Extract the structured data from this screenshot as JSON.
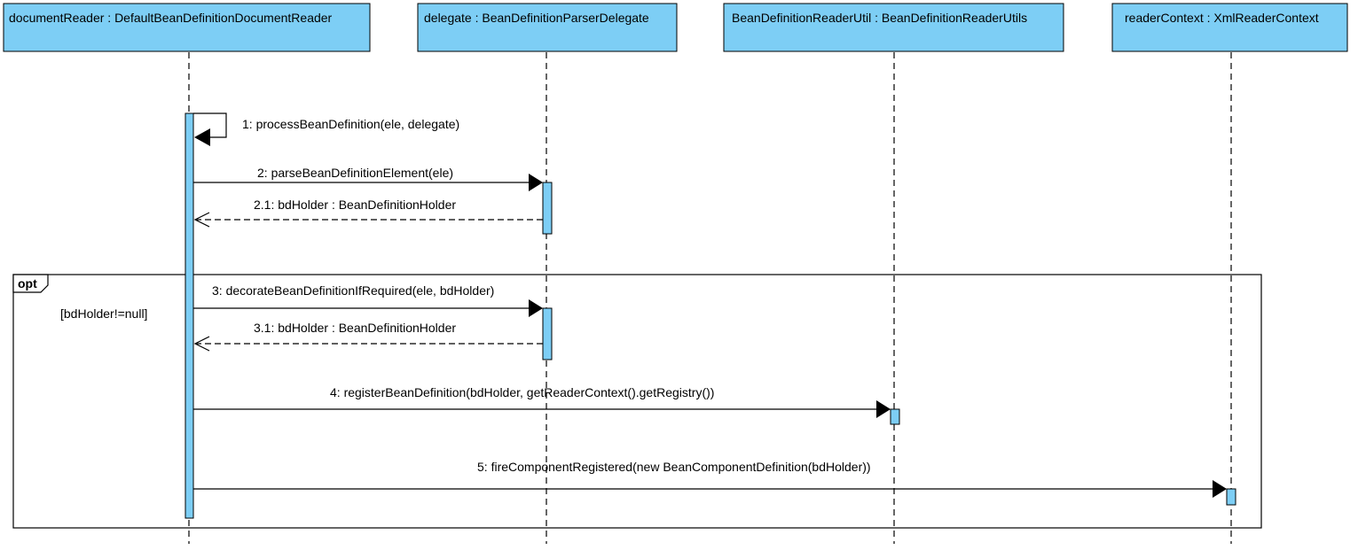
{
  "colors": {
    "participant_fill": "#7DCEF5",
    "activation_fill": "#7DCEF5",
    "line": "#000000",
    "background": "#FFFFFF"
  },
  "participants": [
    {
      "name": "documentReader : DefaultBeanDefinitionDocumentReader"
    },
    {
      "name": "delegate : BeanDefinitionParserDelegate"
    },
    {
      "name": "BeanDefinitionReaderUtil : BeanDefinitionReaderUtils"
    },
    {
      "name": "readerContext : XmlReaderContext"
    }
  ],
  "messages": [
    {
      "label": "1: processBeanDefinition(ele, delegate)",
      "from": 0,
      "to": 0,
      "kind": "self"
    },
    {
      "label": "2: parseBeanDefinitionElement(ele)",
      "from": 0,
      "to": 1,
      "kind": "sync"
    },
    {
      "label": "2.1: bdHolder : BeanDefinitionHolder",
      "from": 1,
      "to": 0,
      "kind": "return"
    },
    {
      "label": "3: decorateBeanDefinitionIfRequired(ele, bdHolder)",
      "from": 0,
      "to": 1,
      "kind": "sync"
    },
    {
      "label": "3.1: bdHolder : BeanDefinitionHolder",
      "from": 1,
      "to": 0,
      "kind": "return"
    },
    {
      "label": "4: registerBeanDefinition(bdHolder, getReaderContext().getRegistry())",
      "from": 0,
      "to": 2,
      "kind": "sync"
    },
    {
      "label": "5: fireComponentRegistered(new BeanComponentDefinition(bdHolder))",
      "from": 0,
      "to": 3,
      "kind": "sync"
    }
  ],
  "fragment": {
    "operator": "opt",
    "guard": "[bdHolder!=null]"
  }
}
